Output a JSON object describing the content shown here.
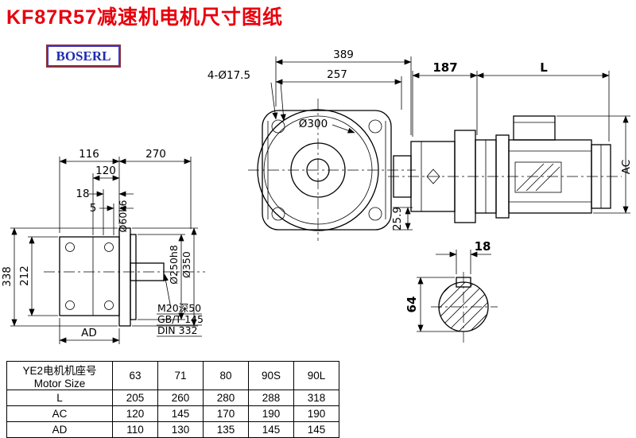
{
  "colors": {
    "title_color": "#e8000d",
    "logo_text": "#1d2bb0",
    "logo_border": "#8b3038",
    "drawing_line": "#000000"
  },
  "page": {
    "title": "KF87R57减速机电机尺寸图纸",
    "logo": "BOSERL"
  },
  "front_view": {
    "dim_389": "389",
    "dim_257": "257",
    "holes_label": "4-Ø17.5",
    "dia_300": "Ø300",
    "dim_25_9": "25.9"
  },
  "motor_view": {
    "dim_187": "187",
    "dim_L": "L",
    "dim_AC": "AC"
  },
  "left_view": {
    "dim_116": "116",
    "dim_270": "270",
    "dim_120": "120",
    "dim_18": "18",
    "dim_5": "5",
    "shaft_dia": "Ø60k6",
    "spigot_dia": "Ø250h8",
    "flange_dia": "Ø350",
    "dim_338": "338",
    "dim_212": "212",
    "dim_AD": "AD",
    "thread_note_1": "M20深50",
    "thread_note_2": "GB/T 145",
    "thread_note_3": "DIN 332"
  },
  "shaft_section": {
    "key_width": "18",
    "dim_64": "64"
  },
  "table": {
    "header_cn": "YE2电机机座号",
    "header_en": "Motor Size",
    "columns": [
      "63",
      "71",
      "80",
      "90S",
      "90L"
    ],
    "rows": [
      {
        "label": "L",
        "values": [
          "205",
          "260",
          "280",
          "288",
          "318"
        ]
      },
      {
        "label": "AC",
        "values": [
          "120",
          "145",
          "170",
          "190",
          "190"
        ]
      },
      {
        "label": "AD",
        "values": [
          "110",
          "130",
          "135",
          "145",
          "145"
        ]
      }
    ]
  }
}
